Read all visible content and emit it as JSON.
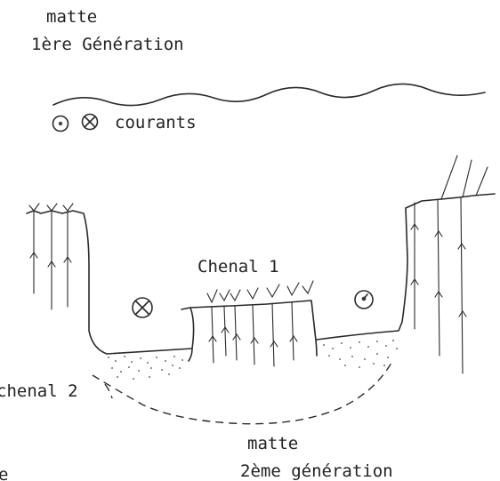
{
  "labels": {
    "top_line1": "matte",
    "top_line2": "1ère Génération",
    "currents": "courants",
    "channel1": "Chenal 1",
    "channel2": "chenal 2",
    "bottom_line1": "matte",
    "bottom_line2": "2ème génération",
    "edge_fragment": "e"
  },
  "icons": {
    "current_out": "circle-dot-icon",
    "current_in": "circle-cross-icon"
  },
  "colors": {
    "ink": "#2a2a2a",
    "background": "#ffffff"
  }
}
